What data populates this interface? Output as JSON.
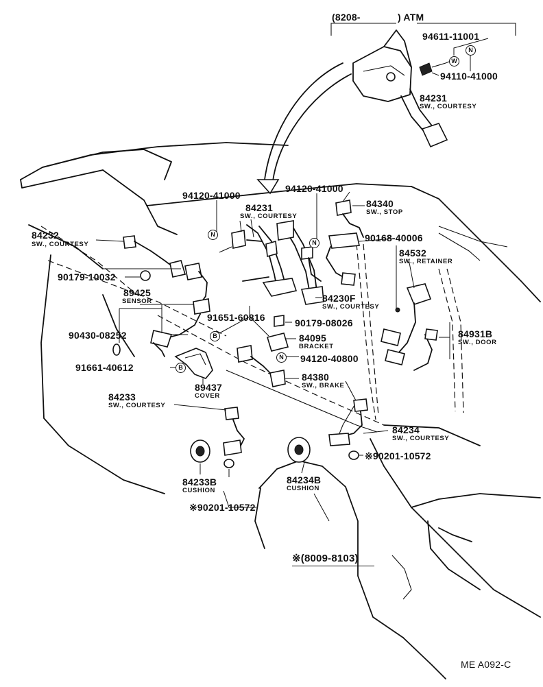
{
  "inset": {
    "range_open": "(8208-",
    "range_close": ") ATM",
    "parts": [
      {
        "no": "94611-11001"
      },
      {
        "no": "94110-41000"
      },
      {
        "no": "84231",
        "name": "SW., COURTESY"
      }
    ]
  },
  "callouts": [
    {
      "no": "94120-41000"
    },
    {
      "no": "84231",
      "name": "SW., COURTESY"
    },
    {
      "no": "94120-41000"
    },
    {
      "no": "84340",
      "name": "SW., STOP"
    },
    {
      "no": "84232",
      "name": "SW., COURTESY"
    },
    {
      "no": "90168-40006"
    },
    {
      "no": "84532",
      "name": "SW., RETAINER"
    },
    {
      "no": "90179-10032"
    },
    {
      "no": "89425",
      "name": "SENSOR"
    },
    {
      "no": "84230F",
      "name": "SW., COURTESY"
    },
    {
      "no": "91651-60816"
    },
    {
      "no": "90179-08026"
    },
    {
      "no": "90430-08252"
    },
    {
      "no": "84095",
      "name": "BRACKET"
    },
    {
      "no": "84931B",
      "name": "SW., DOOR"
    },
    {
      "no": "94120-40800"
    },
    {
      "no": "91661-40612"
    },
    {
      "no": "89437",
      "name": "COVER"
    },
    {
      "no": "84380",
      "name": "SW., BRAKE"
    },
    {
      "no": "84233",
      "name": "SW., COURTESY"
    },
    {
      "no": "84234",
      "name": "SW., COURTESY"
    },
    {
      "no": "※90201-10572"
    },
    {
      "no": "84233B",
      "name": "CUSHION"
    },
    {
      "no": "84234B",
      "name": "CUSHION"
    },
    {
      "no": "※90201-10572"
    }
  ],
  "note": "※(8009-8103)",
  "diagram_code": "ME A092-C",
  "markers": {
    "n": "N",
    "w": "W",
    "b": "B"
  }
}
